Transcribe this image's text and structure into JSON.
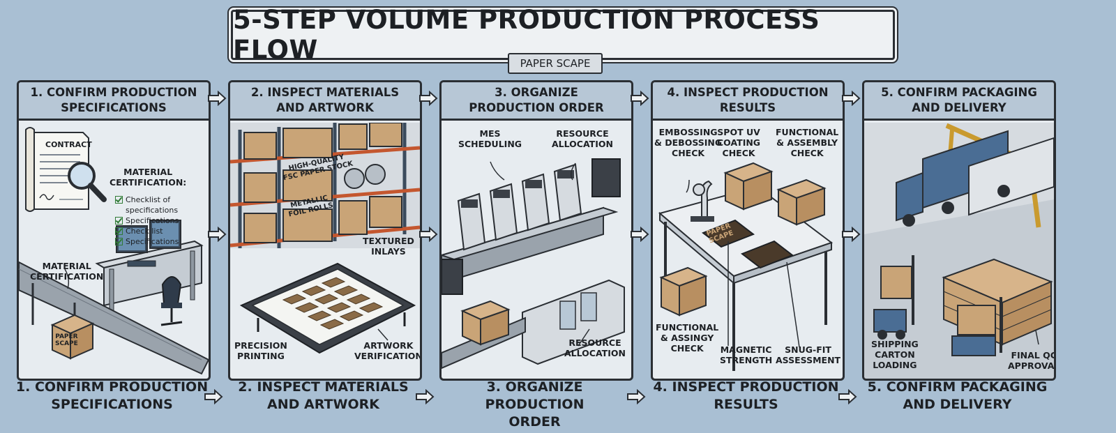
{
  "title": "5-STEP VOLUME PRODUCTION PROCESS FLOW",
  "brand": "PAPER SCAPE",
  "steps": [
    {
      "header": "1. CONFIRM PRODUCTION\nSPECIFICATIONS",
      "bottom": "1. CONFIRM PRODUCTION\nSPECIFICATIONS",
      "labels": {
        "contract": "CONTRACT",
        "material_cert_heading": "MATERIAL\nCERTIFICATION:",
        "material_cert": "MATERIAL\nCERTIFICATION",
        "box_print": "PAPER\nSCAPE"
      },
      "checklist": [
        "Checklist of specifications",
        "Specifications",
        "Check list",
        "Specifications"
      ]
    },
    {
      "header": "2. INSPECT MATERIALS\nAND ARTWORK",
      "bottom": "2. INSPECT MATERIALS\nAND ARTWORK",
      "labels": {
        "paper_stock": "HIGH-QUALITY\nFSC PAPER STOCK",
        "foil_rolls": "METALLIC\nFOIL ROLLS",
        "textured_inlays": "TEXTURED\nINLAYS",
        "precision_printing": "PRECISION\nPRINTING",
        "artwork_verification": "ARTWORK\nVERIFICATION"
      }
    },
    {
      "header": "3. ORGANIZE\nPRODUCTION ORDER",
      "bottom": "3. ORGANIZE PRODUCTION\nORDER",
      "labels": {
        "mes": "MES\nSCHEDULING",
        "resource_top": "RESOURCE\nALLOCATION",
        "resource_bottom": "RESOURCE\nALLOCATION"
      }
    },
    {
      "header": "4. INSPECT PRODUCTION\nRESULTS",
      "bottom": "4. INSPECT PRODUCTION\nRESULTS",
      "labels": {
        "embossing": "EMBOSSING\n& DEBOSSING\nCHECK",
        "spot_uv": "SPOT UV\nCOATING\nCHECK",
        "functional_assembly": "FUNCTIONAL\n& ASSEMBLY\nCHECK",
        "functional_assingy": "FUNCTIONAL\n& ASSINGY\nCHECK",
        "magnetic": "MAGNETIC\nSTRENGTH",
        "snug_fit": "SNUG-FIT\nASSESSMENT",
        "box_print": "PAPER\nSCAPE"
      }
    },
    {
      "header": "5. CONFIRM PACKAGING\nAND DELIVERY",
      "bottom": "5. CONFIRM PACKAGING\nAND DELIVERY",
      "labels": {
        "shipping": "SHIPPING\nCARTON\nLOADING",
        "final_qc": "FINAL QC\nAPPROVAL"
      }
    }
  ],
  "colors": {
    "background": "#a9bfd3",
    "panel": "#e7ecf0",
    "panel_header": "#b7c7d6",
    "outline": "#2a2e33",
    "cardboard": "#c9a477",
    "check_green": "#2f7a35"
  },
  "icons": [
    "contract-icon",
    "magnifier-icon",
    "computer-workstation-icon",
    "office-chair-icon",
    "conveyor-icon",
    "pallet-rack-icon",
    "light-table-icon",
    "printing-press-icon",
    "microscope-icon",
    "truck-icon",
    "gantry-crane-icon",
    "forklift-icon",
    "arrow-right-icon"
  ]
}
